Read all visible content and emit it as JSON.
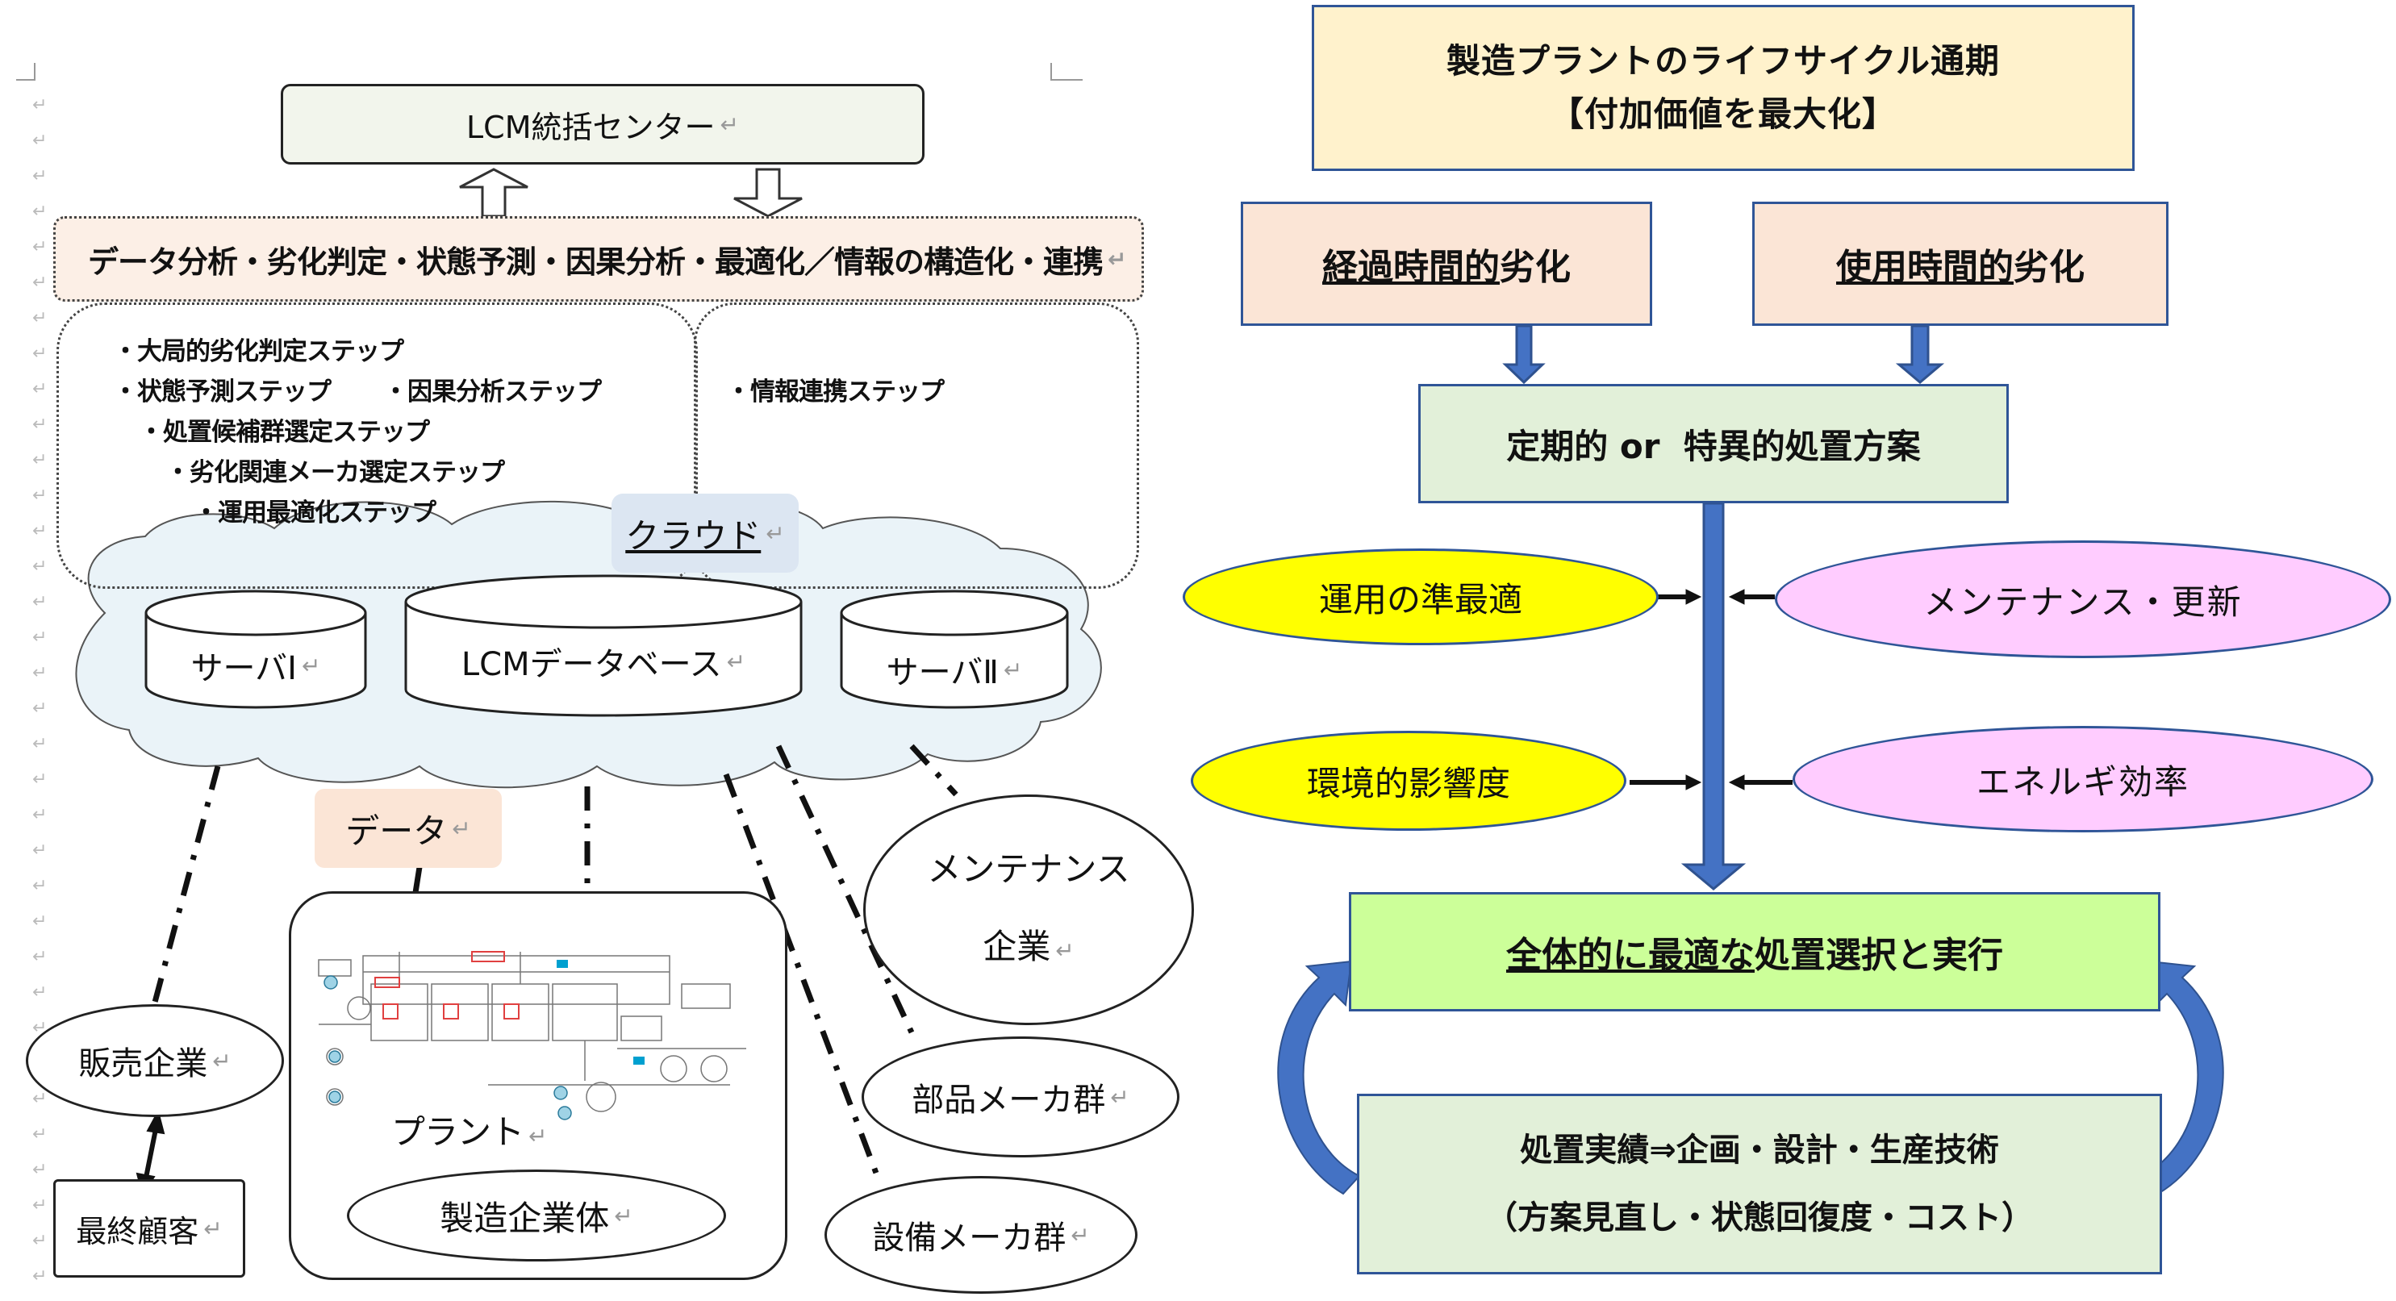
{
  "left": {
    "center_box": "LCM統括センター",
    "analysis_bar": "データ分析・劣化判定・状態予測・因果分析・最適化／情報の構造化・連携",
    "steps": [
      "・大局的劣化判定ステップ",
      "・状態予測ステップ",
      "・因果分析ステップ",
      "・処置候補群選定ステップ",
      "・劣化関連メーカ選定ステップ",
      "・運用最適化ステップ"
    ],
    "info_step": "・情報連携ステップ",
    "cloud_label": "クラウド",
    "server1": "サーバⅠ",
    "database": "LCMデータベース",
    "server2": "サーバⅡ",
    "data_label": "データ",
    "plant_label": "プラント",
    "manufacturer": "製造企業体",
    "maintenance": [
      "メンテナンス",
      "企業"
    ],
    "parts": "部品メーカ群",
    "equipment": "設備メーカ群",
    "sales": "販売企業",
    "end_customer": "最終顧客"
  },
  "right": {
    "title_line1": "製造プラントのライフサイクル通期",
    "title_line2": "【付加価値を最大化】",
    "elapsed_underlined": "経過時間的",
    "elapsed_rest": "劣化",
    "usage_underlined": "使用時間的",
    "usage_rest": "劣化",
    "plan": "定期的 or  特異的処置方案",
    "ellipse_operation": "運用の準最適",
    "ellipse_maintenance": "メンテナンス・更新",
    "ellipse_environment": "環境的影響度",
    "ellipse_energy": "エネルギ効率",
    "select_underlined": "全体的に最適な",
    "select_rest": "処置選択と実行",
    "feedback_line1": "処置実績⇒企画・設計・生産技術",
    "feedback_line2": "（方案見直し・状態回復度・コスト）"
  },
  "colors": {
    "title_bg": "#FFF2CC",
    "peach_bg": "#FBE5D6",
    "green_bg": "#E2F0D9",
    "bright_green_bg": "#CCFF99",
    "blue": "#4472C4",
    "yellow": "#FFFF00",
    "pink": "#FFCCFF",
    "cloud_bg": "#EAF3F8"
  }
}
